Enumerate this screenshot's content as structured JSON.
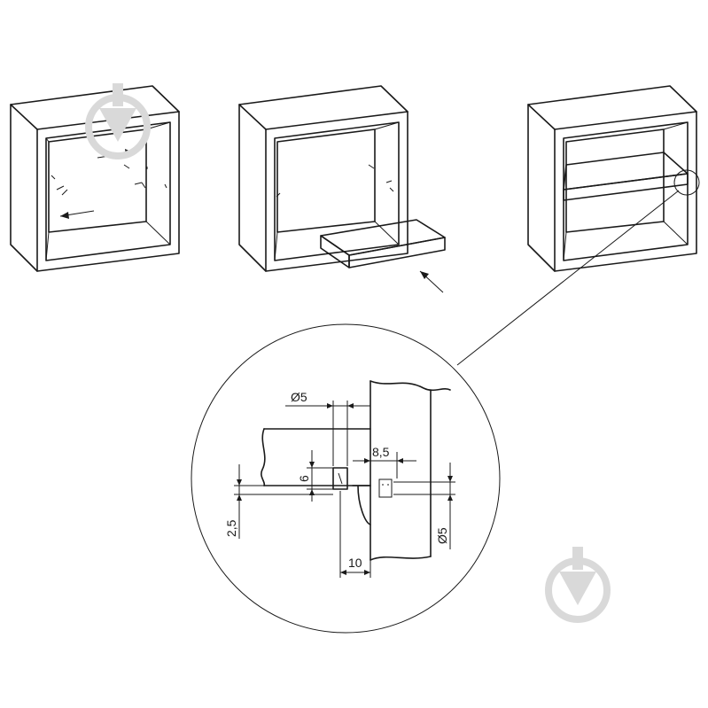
{
  "dimensions": {
    "d5_top": "Ø5",
    "d8_5": "8,5",
    "d6": "6",
    "d2_5": "2,5",
    "d5_right": "Ø5",
    "d10": "10"
  },
  "colors": {
    "line": "#1a1a1a",
    "watermark": "#d9d9d9",
    "background": "#ffffff"
  },
  "icons": [
    "watermark-logo-icon",
    "arrow-icon"
  ]
}
